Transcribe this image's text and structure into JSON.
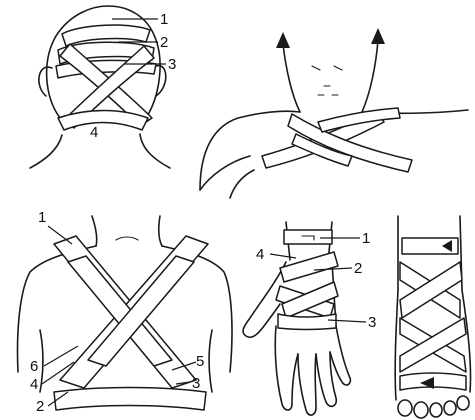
{
  "panels": {
    "head": {
      "labels": [
        "1",
        "2",
        "3",
        "4"
      ]
    },
    "neck": {},
    "back": {
      "labels": [
        "1",
        "6",
        "4",
        "2",
        "5",
        "3"
      ]
    },
    "hand": {
      "labels": [
        "1",
        "4",
        "2",
        "3"
      ]
    },
    "foot": {}
  }
}
